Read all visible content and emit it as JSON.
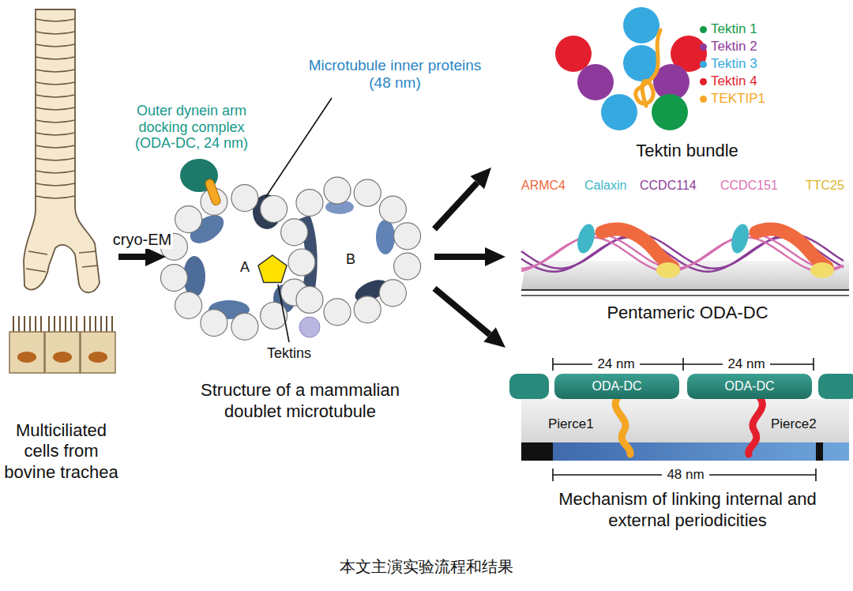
{
  "diagram": {
    "caption": "本文主演实验流程和结果",
    "nodes": [
      {
        "text": [
          "Multiciliated cells from bovine trachea"
        ]
      },
      {
        "text": [
          "Structure of a mammalian doublet microtubule"
        ]
      },
      {
        "text": [
          "Tektin bundle"
        ]
      },
      {
        "text": [
          "Pentameric ODA-DC"
        ]
      },
      {
        "text": [
          "Mechanism of linking internal and external periodicities"
        ]
      },
      {
        "text": [
          "ODA-DC"
        ],
        "in": 4
      },
      {
        "text": [
          "ODA-DC"
        ],
        "in": 4
      }
    ],
    "edges": [
      {
        "from": 0,
        "to": 1,
        "label": "cryo-EM",
        "arrow": "to"
      },
      {
        "from": 1,
        "to": 2,
        "arrow": "to"
      },
      {
        "from": 1,
        "to": 3,
        "arrow": "to"
      },
      {
        "from": 1,
        "to": 4,
        "arrow": "to"
      }
    ],
    "labels": [
      "Outer dynein arm docking complex (ODA-DC, 24 nm)",
      "Microtubule inner proteins (48 nm)",
      "A",
      "B",
      "Tektins",
      "ARMC4",
      "Calaxin",
      "CCDC114",
      "CCDC151",
      "TTC25",
      "24 nm",
      "24 nm",
      "Pierce1",
      "Pierce2",
      "48 nm"
    ],
    "legend": [
      {
        "text": "Tektin 1",
        "color": "#129a4a"
      },
      {
        "text": "Tektin 2",
        "color": "#8e3a9d"
      },
      {
        "text": "Tektin 3",
        "color": "#36a9e1"
      },
      {
        "text": "Tektin 4",
        "color": "#e41f2d"
      },
      {
        "text": "TEKTIP1",
        "color": "#f5a623"
      }
    ]
  }
}
